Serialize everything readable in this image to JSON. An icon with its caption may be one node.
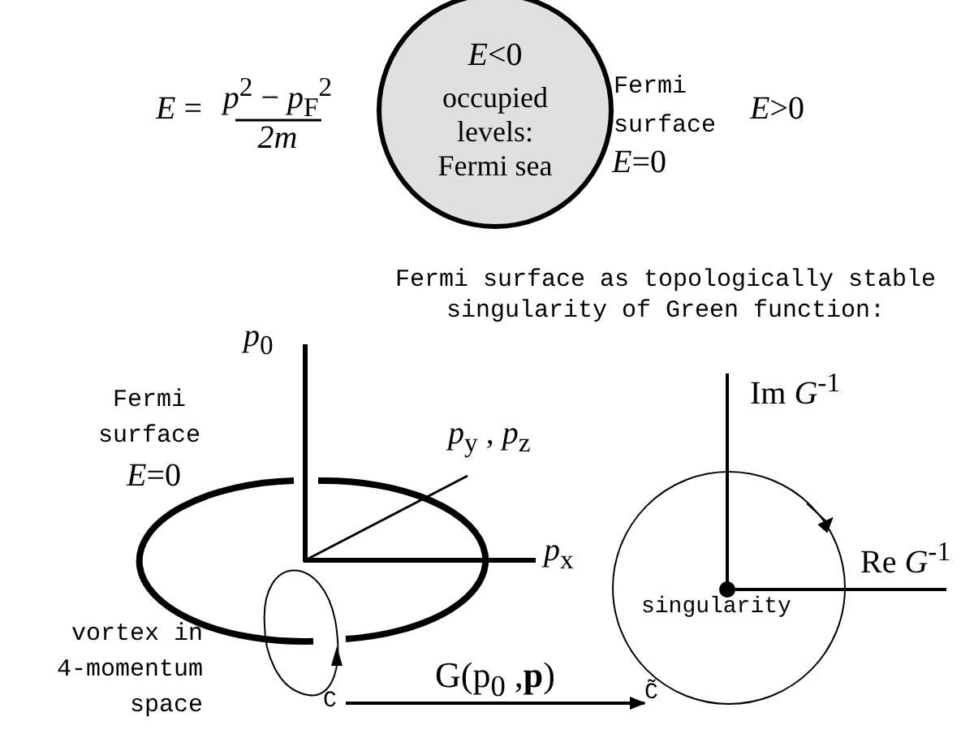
{
  "diagram": {
    "title": "Fermi surface as topologically stable singularity of Green function:",
    "nodes": [
      {
        "text": [
          "*E*<0",
          "occupied levels: Fermi sea"
        ]
      },
      {
        "text": [
          "singularity"
        ]
      },
      {
        "text": [
          "C"
        ]
      },
      {
        "text": [
          "C̃"
        ]
      }
    ],
    "edges": [
      {
        "from": 2,
        "to": 3,
        "arrow": "to",
        "label": "G(p$_{0}$ ,**p**)"
      }
    ],
    "labels": [
      "*E* =",
      "*p*$^{2}$ − *p*$_{F}$$^{2}$",
      "2m",
      "Fermi surface",
      "*E*>0",
      "*E*=0",
      "*p*$_{0}$",
      "*p*$_{y}$ , *p*$_{z}$",
      "Fermi surface",
      "*E*=0",
      "*p*$_{x}$",
      "Im *G*$^{-1}$",
      "Re *G*$^{-1}$",
      "vortex in 4-momentum space"
    ]
  }
}
